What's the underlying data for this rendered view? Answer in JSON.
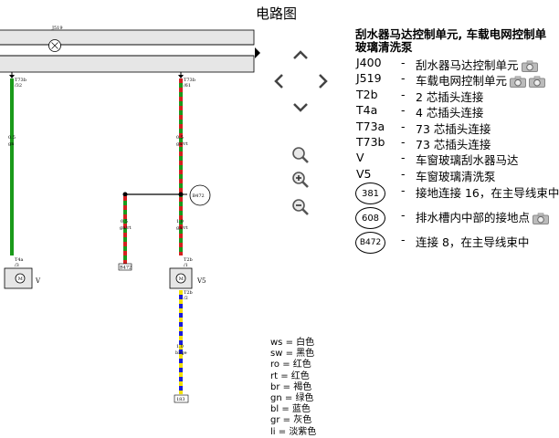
{
  "page": {
    "title": "电路图"
  },
  "diagram": {
    "top_label": "J519",
    "wire_left": {
      "pin": "T73b",
      "pin_no": "/32",
      "gauge": "0.5",
      "color": "gn",
      "end_pin": "T4a",
      "end_no": "/3",
      "component": "V"
    },
    "wire_right": {
      "pin": "T73b",
      "pin_no": "/61",
      "gauge": "0.5",
      "color": "gn/rt",
      "pin2": "T2b",
      "pin2_no": "/1",
      "component": "V5",
      "pin3": "T2b",
      "pin3_no": "/2",
      "gauge3": "1.0",
      "color3": "bl/ge",
      "ground": "183"
    },
    "branch": {
      "gauge1": "0.5",
      "color1": "gn/rt",
      "gauge2": "1.0",
      "color2": "gn/rt",
      "ref": "B472",
      "ground": "B472"
    },
    "motor_symbol": "M"
  },
  "legend": {
    "heading": [
      "刮水器马达控制单元, 车载电网控制单",
      "玻璃清洗泵"
    ],
    "items": [
      {
        "code": "J400",
        "desc": "刮水器马达控制单元",
        "cameras": 1
      },
      {
        "code": "J519",
        "desc": "车载电网控制单元",
        "cameras": 2
      },
      {
        "code": "T2b",
        "desc": "2 芯插头连接",
        "cameras": 0
      },
      {
        "code": "T4a",
        "desc": "4 芯插头连接",
        "cameras": 0
      },
      {
        "code": "T73a",
        "desc": "73 芯插头连接",
        "cameras": 0
      },
      {
        "code": "T73b",
        "desc": "73 芯插头连接",
        "cameras": 0
      },
      {
        "code": "V",
        "desc": "车窗玻璃刮水器马达",
        "cameras": 0
      },
      {
        "code": "V5",
        "desc": "车窗玻璃清洗泵",
        "cameras": 0
      }
    ],
    "circles": [
      {
        "code": "381",
        "desc": "接地连接 16，在主导线束中",
        "cameras": 0
      },
      {
        "code": "608",
        "desc": "排水槽内中部的接地点",
        "cameras": 1
      },
      {
        "code": "B472",
        "desc": "连接 8，在主导线束中",
        "cameras": 0
      }
    ],
    "dash": "-"
  },
  "color_key": [
    {
      "abbr": "ws",
      "name": "白色"
    },
    {
      "abbr": "sw",
      "name": "黑色"
    },
    {
      "abbr": "ro",
      "name": "红色"
    },
    {
      "abbr": "rt",
      "name": "红色"
    },
    {
      "abbr": "br",
      "name": "褐色"
    },
    {
      "abbr": "gn",
      "name": "绿色"
    },
    {
      "abbr": "bl",
      "name": "蓝色"
    },
    {
      "abbr": "gr",
      "name": "灰色"
    },
    {
      "abbr": "li",
      "name": "淡紫色"
    }
  ],
  "icons": {
    "up": "chevron-up-icon",
    "down": "chevron-down-icon",
    "left": "chevron-left-icon",
    "right": "chevron-right-icon",
    "zoom": "zoom-icon",
    "zoom_in": "zoom-in-icon",
    "zoom_out": "zoom-out-icon",
    "camera": "camera-icon"
  },
  "colors": {
    "green": "#1a9a1a",
    "red": "#d42020",
    "blue": "#1a1adc",
    "yellow": "#f0e000",
    "bar": "#e6e6e6"
  }
}
